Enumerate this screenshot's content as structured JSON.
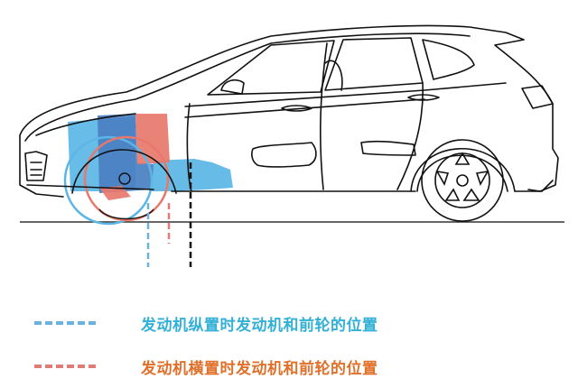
{
  "diagram": {
    "subject": "car side-view line drawing showing engine and front wheel positions",
    "colors": {
      "longitudinal": "#5bb6e6",
      "longitudinal_dark": "#4a82c4",
      "transverse": "#e8786c",
      "transverse_text": "#e0702a",
      "longitudinal_text": "#32b0d6",
      "outline": "#111111",
      "reference_line": "#111111"
    }
  },
  "legend": {
    "items": [
      {
        "label": "发动机纵置时发动机和前轮的位置",
        "line_color": "#6bb3df",
        "text_color": "#32b0d6"
      },
      {
        "label": "发动机横置时发动机和前轮的位置",
        "line_color": "#e07b75",
        "text_color": "#e0702a"
      }
    ]
  }
}
